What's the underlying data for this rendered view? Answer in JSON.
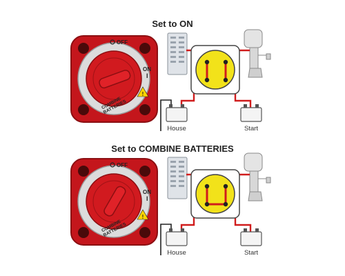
{
  "panels": [
    {
      "title": "Set to ON",
      "setting": "on",
      "labels": {
        "off": "OFF",
        "on": "ON",
        "on_symbol": "I",
        "combine_line1": "COMBINE",
        "combine_line2": "BATTERIES",
        "house": "House",
        "start": "Start"
      }
    },
    {
      "title": "Set to COMBINE BATTERIES",
      "setting": "combine",
      "labels": {
        "off": "OFF",
        "on": "ON",
        "on_symbol": "I",
        "combine_line1": "COMBINE",
        "combine_line2": "BATTERIES",
        "house": "House",
        "start": "Start"
      }
    }
  ],
  "colors": {
    "switch_red": "#c4161c",
    "dial_face": "#dcdcdc",
    "contact_yellow": "#f2e21a",
    "wire_red": "#d01c1c",
    "wire_black": "#222222"
  }
}
